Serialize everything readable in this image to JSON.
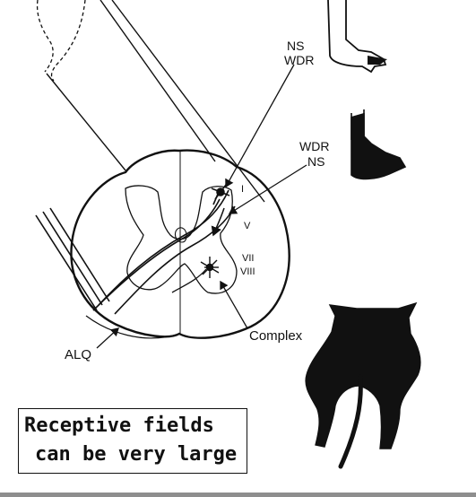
{
  "labels": {
    "ns_top": "NS",
    "wdr_top": "WDR",
    "wdr_mid": "WDR",
    "ns_mid": "NS",
    "lamina_i": "I",
    "lamina_v": "V",
    "lamina_vii": "VII",
    "lamina_viii": "VIII",
    "complex": "Complex",
    "alq": "ALQ"
  },
  "caption": {
    "line1": "Receptive fields",
    "line2": "can be very large"
  },
  "colors": {
    "ink": "#111111",
    "caption_border": "#111111",
    "bottom_bar": "#8e8e8e",
    "top_cut_text": "#4a6fd0"
  },
  "icons": {
    "foot_outline": "foot-outline-icon",
    "foot_filled": "foot-filled-icon",
    "hindlimbs": "hindlimbs-tail-icon"
  }
}
